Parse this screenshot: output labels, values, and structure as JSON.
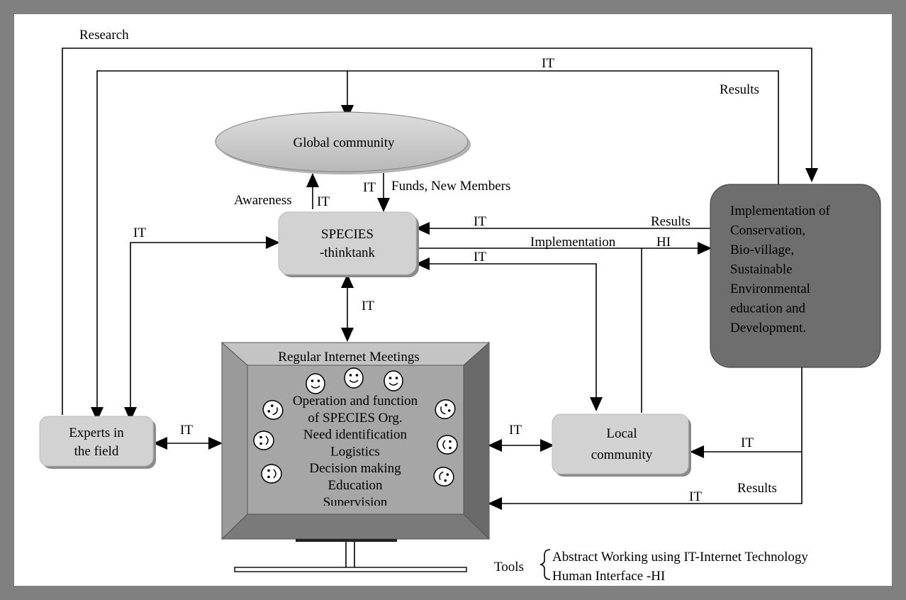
{
  "nodes": {
    "global_community": "Global community",
    "species_line1": "SPECIES",
    "species_line2": "-thinktank",
    "experts_line1": "Experts in",
    "experts_line2": "the field",
    "local_line1": "Local",
    "local_line2": "community",
    "impl_lines": [
      "Implementation of",
      "Conservation,",
      "Bio-village,",
      "Sustainable",
      "Environmental",
      "education and",
      "Development."
    ],
    "monitor_title": "Regular Internet Meetings",
    "monitor_lines": [
      "Operation and function",
      "of SPECIES Org.",
      "Need identification",
      "Logistics",
      "Decision making",
      "Education",
      "Supervision"
    ]
  },
  "edge_labels": {
    "research": "Research",
    "it": "IT",
    "results": "Results",
    "awareness": "Awareness",
    "funds": "Funds, New Members",
    "implementation": "Implementation",
    "hi": "HI"
  },
  "legend": {
    "title": "Tools",
    "items": [
      "Abstract Working using IT-Internet Technology",
      "Human Interface -HI"
    ]
  },
  "colors": {
    "frame": "#808080",
    "light_box": "#d0d0d0",
    "dark_box": "#6e6e6e",
    "ellipse": "#cfcfcf",
    "monitor_outer": "#8c8c8c",
    "monitor_inner": "#a8a8a8"
  }
}
